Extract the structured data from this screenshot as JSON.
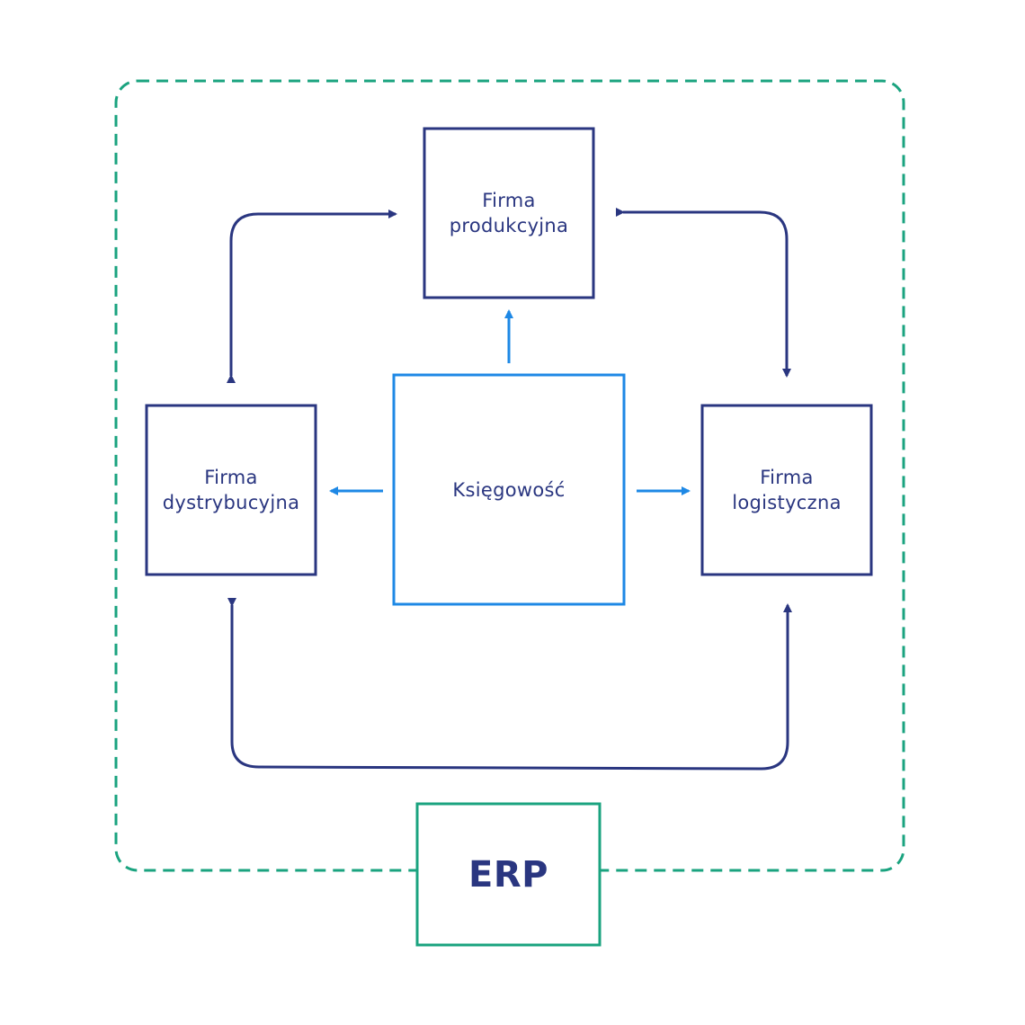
{
  "colors": {
    "navy": "#2a3680",
    "blue": "#1e88e5",
    "teal": "#1aa37f",
    "background": "#ffffff"
  },
  "nodes": {
    "production": {
      "label": "Firma\nprodukcyjna"
    },
    "distribution": {
      "label": "Firma\ndystrybucyjna"
    },
    "logistics": {
      "label": "Firma\nlogistyczna"
    },
    "accounting": {
      "label": "Księgowość"
    }
  },
  "system": {
    "label": "ERP"
  }
}
